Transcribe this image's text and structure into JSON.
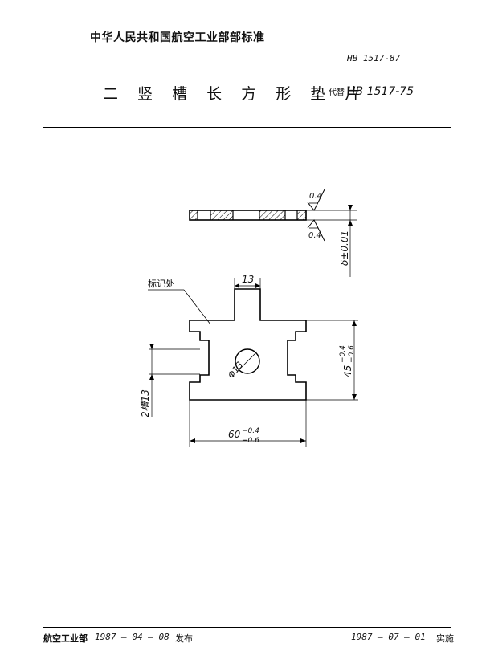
{
  "header": {
    "ministry_standard": "中华人民共和国航空工业部部标准",
    "standard_number": "HB 1517-87",
    "title": "二 竖 槽 长 方 形 垫 片",
    "replaces_label": "代替",
    "replaces_number": "HB 1517-75"
  },
  "drawing": {
    "roughness_top": "0.4",
    "roughness_bottom": "0.4",
    "thickness_dim": "δ±0.01",
    "marking_label": "标记处",
    "slot_width_dim": "13",
    "hole_dim": "Φ13",
    "height_dim_base": "45",
    "height_dim_upper": "−0.4",
    "height_dim_lower": "−0.6",
    "slot_count_dim": "2槽13",
    "width_dim_base": "60",
    "width_dim_upper": "−0.4",
    "width_dim_lower": "−0.6"
  },
  "footer": {
    "issuer": "航空工业部",
    "issue_date": "1987 — 04 — 08",
    "issued_label": "发布",
    "implement_date": "1987 — 07 — 01",
    "implement_label": "实施"
  }
}
